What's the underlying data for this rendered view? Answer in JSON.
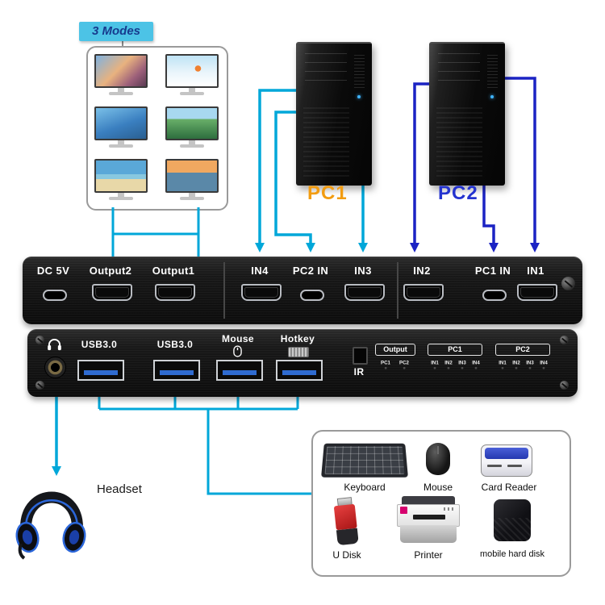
{
  "title_badge": "3 Modes",
  "computers": {
    "pc1": "PC1",
    "pc2": "PC2"
  },
  "kvm_front": {
    "dc": "DC 5V",
    "output2": "Output2",
    "output1": "Output1",
    "in4": "IN4",
    "pc2_in": "PC2 IN",
    "in3": "IN3",
    "in2": "IN2",
    "pc1_in": "PC1 IN",
    "in1": "IN1"
  },
  "kvm_rear": {
    "usb_port_1": "USB3.0",
    "usb_port_2": "USB3.0",
    "mouse": "Mouse",
    "hotkey": "Hotkey",
    "ir": "IR",
    "led_groups": [
      {
        "title": "Output",
        "leds": [
          "PC1",
          "PC2"
        ]
      },
      {
        "title": "PC1",
        "leds": [
          "IN1",
          "IN2",
          "IN3",
          "IN4"
        ]
      },
      {
        "title": "PC2",
        "leds": [
          "IN1",
          "IN2",
          "IN3",
          "IN4"
        ]
      }
    ]
  },
  "headset_label": "Headset",
  "peripherals": {
    "items": [
      {
        "label": "Keyboard"
      },
      {
        "label": "Mouse"
      },
      {
        "label": "Card Reader"
      },
      {
        "label": "U Disk"
      },
      {
        "label": "Printer"
      },
      {
        "label": "mobile hard disk"
      }
    ]
  },
  "colors": {
    "pc1_line": "#00a7d9",
    "pc2_line": "#1b23c4",
    "pc1_label": "#f29c11",
    "pc2_label": "#2433cf",
    "badge_bg": "#4cc3e6",
    "badge_text": "#173b8e"
  }
}
